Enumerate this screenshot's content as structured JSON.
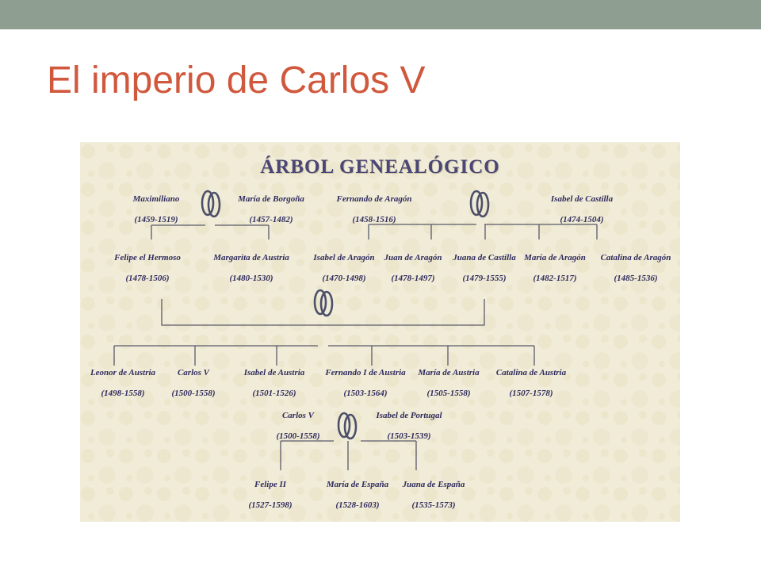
{
  "slide": {
    "title": "El imperio de Carlos V"
  },
  "tree": {
    "title": "ÁRBOL GENEALÓGICO",
    "people": {
      "maximiliano": {
        "name": "Maximiliano",
        "years": "(1459-1519)"
      },
      "maria_borgona": {
        "name": "María de Borgoña",
        "years": "(1457-1482)"
      },
      "fernando_aragon": {
        "name": "Fernando de Aragón",
        "years": "(1458-1516)"
      },
      "isabel_castilla": {
        "name": "Isabel de Castilla",
        "years": "(1474-1504)"
      },
      "felipe_hermoso": {
        "name": "Felipe el Hermoso",
        "years": "(1478-1506)"
      },
      "margarita_austria": {
        "name": "Margarita de Austria",
        "years": "(1480-1530)"
      },
      "isabel_aragon": {
        "name": "Isabel de Aragón",
        "years": "(1470-1498)"
      },
      "juan_aragon": {
        "name": "Juan de Aragón",
        "years": "(1478-1497)"
      },
      "juana_castilla": {
        "name": "Juana de Castilla",
        "years": "(1479-1555)"
      },
      "maria_aragon": {
        "name": "María de Aragón",
        "years": "(1482-1517)"
      },
      "catalina_aragon": {
        "name": "Catalina de Aragón",
        "years": "(1485-1536)"
      },
      "leonor_austria": {
        "name": "Leonor de Austria",
        "years": "(1498-1558)"
      },
      "carlos_v": {
        "name": "Carlos V",
        "years": "(1500-1558)"
      },
      "isabel_austria": {
        "name": "Isabel de Austria",
        "years": "(1501-1526)"
      },
      "fernando_i": {
        "name": "Fernando I de Austria",
        "years": "(1503-1564)"
      },
      "maria_austria": {
        "name": "María de Austria",
        "years": "(1505-1558)"
      },
      "catalina_austria": {
        "name": "Catalina de Austria",
        "years": "(1507-1578)"
      },
      "carlos_v_2": {
        "name": "Carlos V",
        "years": "(1500-1558)"
      },
      "isabel_portugal": {
        "name": "Isabel de Portugal",
        "years": "(1503-1539)"
      },
      "felipe_ii": {
        "name": "Felipe II",
        "years": "(1527-1598)"
      },
      "maria_espana": {
        "name": "María de España",
        "years": "(1528-1603)"
      },
      "juana_espana": {
        "name": "Juana de España",
        "years": "(1535-1573)"
      }
    }
  },
  "colors": {
    "topbar": "#8e9e90",
    "title": "#d0583d",
    "parchment": "#f1ecd7",
    "ink": "#2e2a5c",
    "lines": "#5a5a6a"
  }
}
